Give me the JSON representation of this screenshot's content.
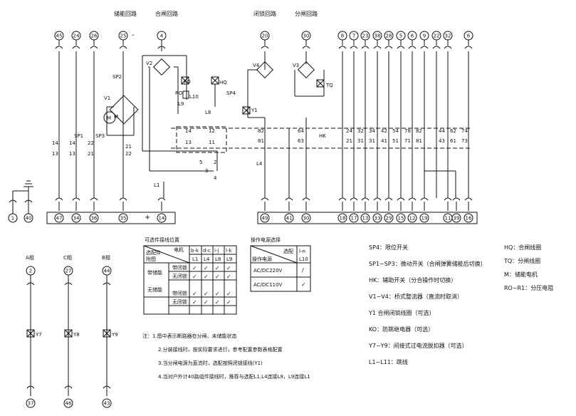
{
  "header_labels": {
    "storage_circuit": "储能回路",
    "closing_circuit": "合闸回路",
    "closing_loop2": "闭锁回路",
    "opening_circuit": "分闸回路"
  },
  "top_terminals": [
    "45",
    "24",
    "26",
    "25",
    "4",
    "20",
    "30",
    "8",
    "7",
    "23",
    "38",
    "28",
    "5",
    "6",
    "9",
    "22",
    "32",
    "6"
  ],
  "bottom_terminals": [
    "47",
    "34",
    "36",
    "35",
    "14",
    "49",
    "41",
    "30",
    "18",
    "17",
    "13",
    "33",
    "29",
    "15",
    "12",
    "19",
    "11",
    "39",
    "16"
  ],
  "ground_terminals": [
    "1",
    "40"
  ],
  "phase_terminals": {
    "top": [
      "2",
      "27",
      "44"
    ],
    "bottom": [
      "37",
      "46",
      "43"
    ]
  },
  "phase_labels": [
    "A相",
    "C相",
    "B相"
  ],
  "ct_labels": [
    "Y7",
    "Y8",
    "Y9"
  ],
  "signs": {
    "minus": "-",
    "plus": "+"
  },
  "device_labels": [
    "V1",
    "V2",
    "V3",
    "V4",
    "SP2",
    "SP1",
    "SP3",
    "SP4",
    "KO",
    "HQ",
    "TQ",
    "Y1",
    "RO",
    "L1",
    "L4",
    "L8",
    "L9",
    "L10",
    "HK",
    "M"
  ],
  "switch_contacts": [
    "14",
    "13",
    "14",
    "13",
    "22",
    "21",
    "21",
    "22",
    "14",
    "13",
    "12",
    "11",
    "5",
    "2",
    "3",
    "4",
    "82",
    "81",
    "64",
    "63",
    "24",
    "21",
    "32",
    "31",
    "34",
    "31",
    "42",
    "41",
    "54",
    "51",
    "78",
    "71",
    "82",
    "81",
    "44",
    "43",
    "62",
    "61",
    "74",
    "73"
  ],
  "table1": {
    "title": "可选件接线位置",
    "corner_top": "电机",
    "corner_left": "选配件",
    "corner_bottom": "附图",
    "headers": [
      "b-k",
      "d-c",
      "i-j",
      "l-k"
    ],
    "subheaders": [
      "L1",
      "L4",
      "L8",
      "L9"
    ],
    "groups": [
      {
        "name": "带储能",
        "rows": [
          {
            "label": "带闭锁",
            "marks": [
              "✓",
              "✓",
              "✓",
              "✓"
            ]
          },
          {
            "label": "无闭锁",
            "marks": [
              "✓",
              "✓",
              "✓",
              "✓"
            ]
          }
        ]
      },
      {
        "name": "无储能",
        "rows": [
          {
            "label": "带闭锁",
            "marks": [
              "✓",
              "✓",
              "✓",
              "✓"
            ]
          },
          {
            "label": "无闭锁",
            "marks": [
              "✓",
              "✓",
              "✓",
              "✓"
            ]
          }
        ]
      }
    ]
  },
  "table2": {
    "title": "操作电源选择",
    "col1": "操作电源",
    "col_mid": "选配",
    "col2_top": "l-n",
    "col2_bottom": "L10",
    "rows": [
      {
        "label": "AC/DC220V",
        "mark": "/"
      },
      {
        "label": "AC/DC110V",
        "mark": "✓"
      }
    ]
  },
  "legend_left": [
    "SP4：限位开关",
    "SP1~SP3：微动开关（合闸弹簧储能后切换）",
    "HK：辅助开关（分合操作时切换）",
    "V1~V4：桥式整流器（直流时取消）",
    "Y1  合闸闭锁线圈（可选）",
    "KO：防跳继电器（可选）",
    "Y7~Y9：间接式过电流脱扣器（可选）",
    "L1~L11：跳线"
  ],
  "legend_right": [
    "HQ：合闸线圈",
    "TQ：分闸线圈",
    "M：储能电机",
    "RO~R1：分压电阻"
  ],
  "notes": [
    "注：1.图中表示断路器在分闸、未储能状态",
    "2.分装接线时，按实际要求进行，参考配置参数表格配置",
    "3.当分闸电源为直流时，选配按照闭锁接线(Y1)",
    "4.当对户外计40路组件接线时，推荐与选配L1,L4连接L9，L9连接L1"
  ]
}
